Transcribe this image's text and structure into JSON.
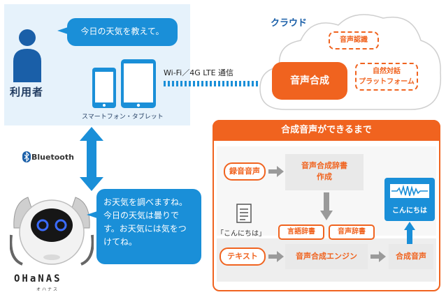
{
  "user": {
    "speech": "今日の天気を教えて。",
    "label": "利用者",
    "devices_label": "スマートフォン・タブレット"
  },
  "connection": {
    "network_label": "Wi-Fi／4G LTE 通信",
    "bluetooth_label": "Bluetooth"
  },
  "robot": {
    "speech": "お天気を調べますね。今日の天気は曇りです。お天気には気をつけてね。",
    "logo": "OHaNAS",
    "logo_sub": "オハナス"
  },
  "cloud": {
    "title": "クラウド",
    "recognition": "音声認識",
    "synthesis": "音声合成",
    "platform_line1": "自然対話",
    "platform_line2": "プラットフォーム"
  },
  "flow": {
    "heading": "合成音声ができるまで",
    "recording": "録音音声",
    "dict_make_line1": "音声合成辞書",
    "dict_make_line2": "作成",
    "sample_text": "「こんにちは」",
    "text": "テキスト",
    "language_dict": "言語辞書",
    "voice_dict": "音声辞書",
    "engine": "音声合成エンジン",
    "output": "合成音声",
    "speech_sample": "こんにちは"
  },
  "colors": {
    "accent_orange": "#f0631f",
    "accent_blue": "#1a8fd8",
    "panel_blue": "#e6f2fb",
    "panel_gray": "#e9e9e9"
  }
}
